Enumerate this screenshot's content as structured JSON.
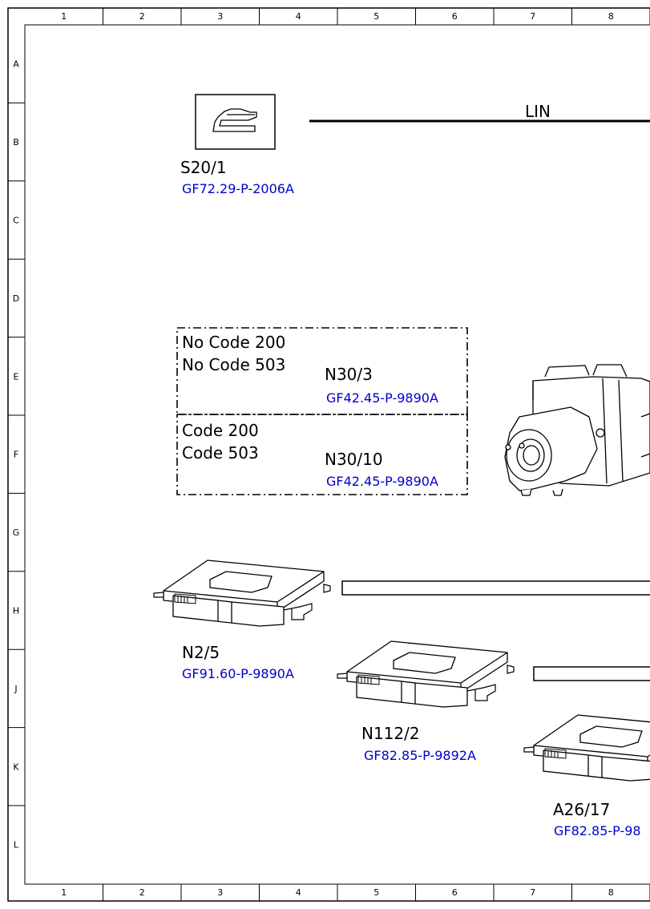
{
  "colors": {
    "reference_link": "#0000cc",
    "line": "#000000"
  },
  "grid": {
    "columns": [
      "1",
      "2",
      "3",
      "4",
      "5",
      "6",
      "7",
      "8"
    ],
    "rows": [
      "A",
      "B",
      "C",
      "D",
      "E",
      "F",
      "G",
      "H",
      "J",
      "K",
      "L"
    ]
  },
  "bus": {
    "lin_label": "LIN"
  },
  "components": {
    "s20_1": {
      "code": "S20/1",
      "ref": "GF72.29-P-2006A",
      "icon": "door-switch-icon"
    },
    "n30_3": {
      "code": "N30/3",
      "ref": "GF42.45-P-9890A"
    },
    "n30_10": {
      "code": "N30/10",
      "ref": "GF42.45-P-9890A",
      "icon": "abs-unit-icon"
    },
    "n2_5": {
      "code": "N2/5",
      "ref": "GF91.60-P-9890A",
      "icon": "control-module-icon"
    },
    "n112_2": {
      "code": "N112/2",
      "ref": "GF82.85-P-9892A",
      "icon": "control-module-icon"
    },
    "a26_17": {
      "code": "A26/17",
      "ref": "GF82.85-P-98",
      "icon": "control-module-icon"
    }
  },
  "variants": {
    "no_code": {
      "line1": "No Code 200",
      "line2": "No Code 503"
    },
    "code": {
      "line1": "Code 200",
      "line2": "Code 503"
    }
  }
}
